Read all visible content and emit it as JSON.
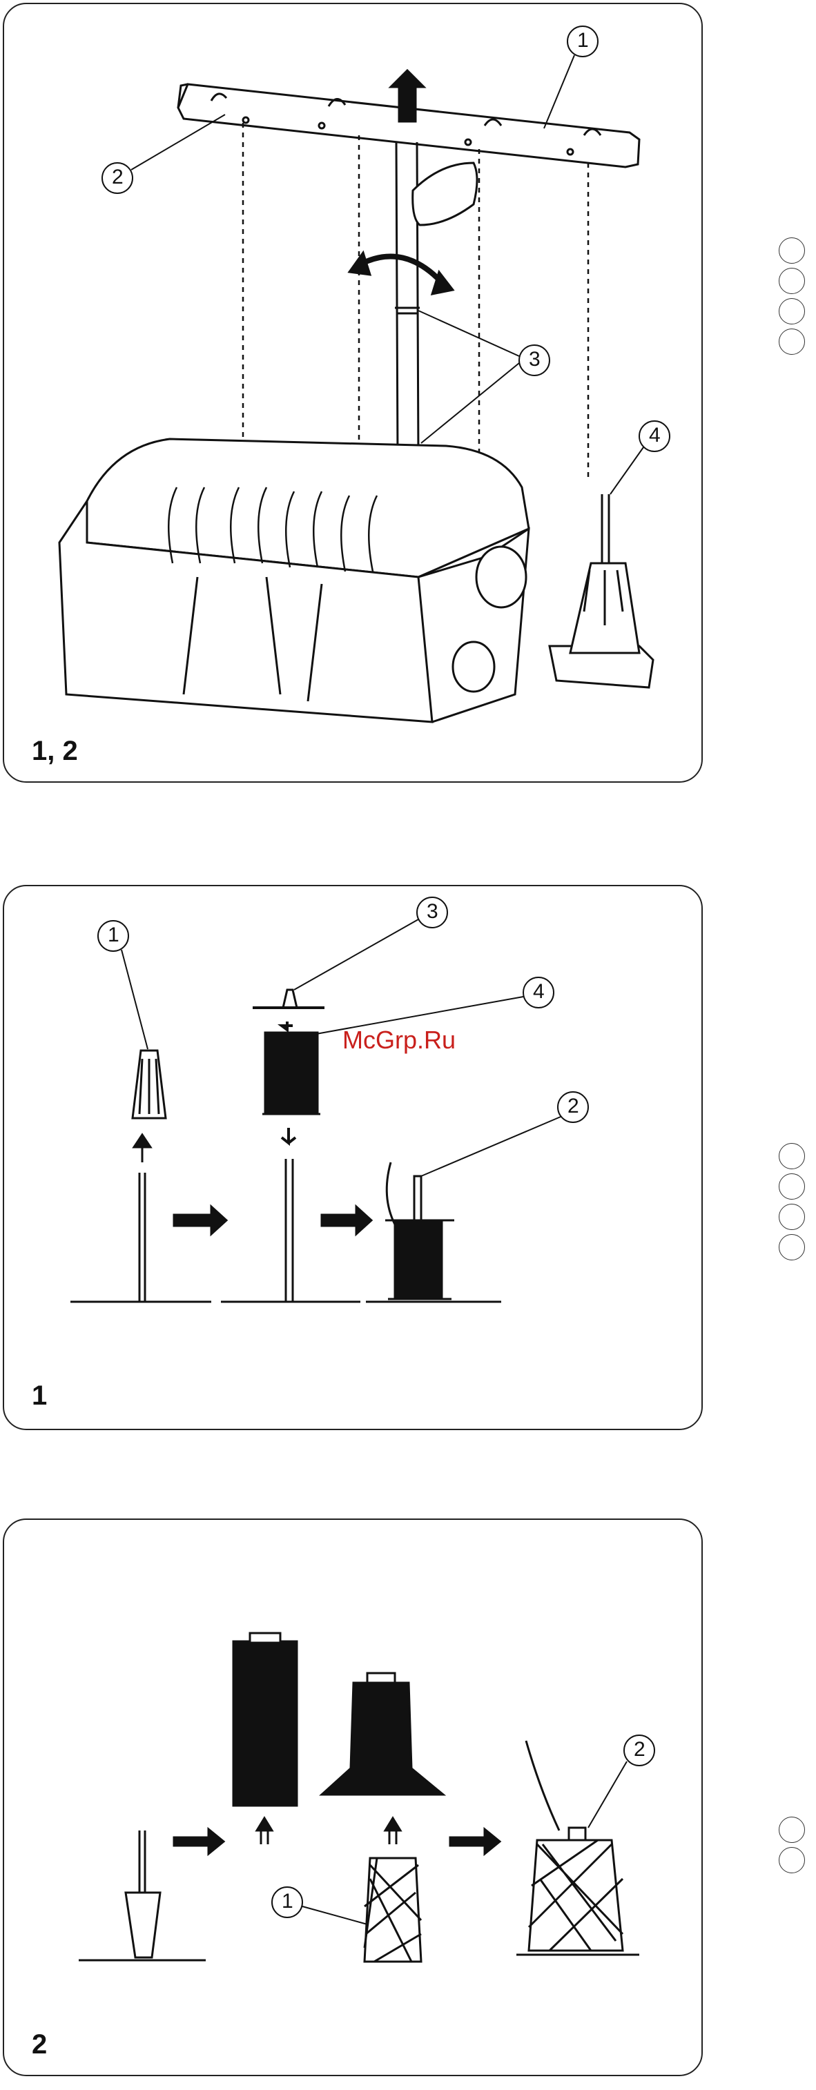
{
  "panels": [
    {
      "label": "1, 2",
      "callouts": [
        "1",
        "2",
        "3",
        "4"
      ]
    },
    {
      "label": "1",
      "callouts": [
        "1",
        "2",
        "3",
        "4"
      ]
    },
    {
      "label": "2",
      "callouts": [
        "1",
        "2"
      ]
    }
  ],
  "watermark": "McGrp.Ru",
  "side_markers": {
    "group1": 4,
    "group2": 4,
    "group3": 2
  }
}
